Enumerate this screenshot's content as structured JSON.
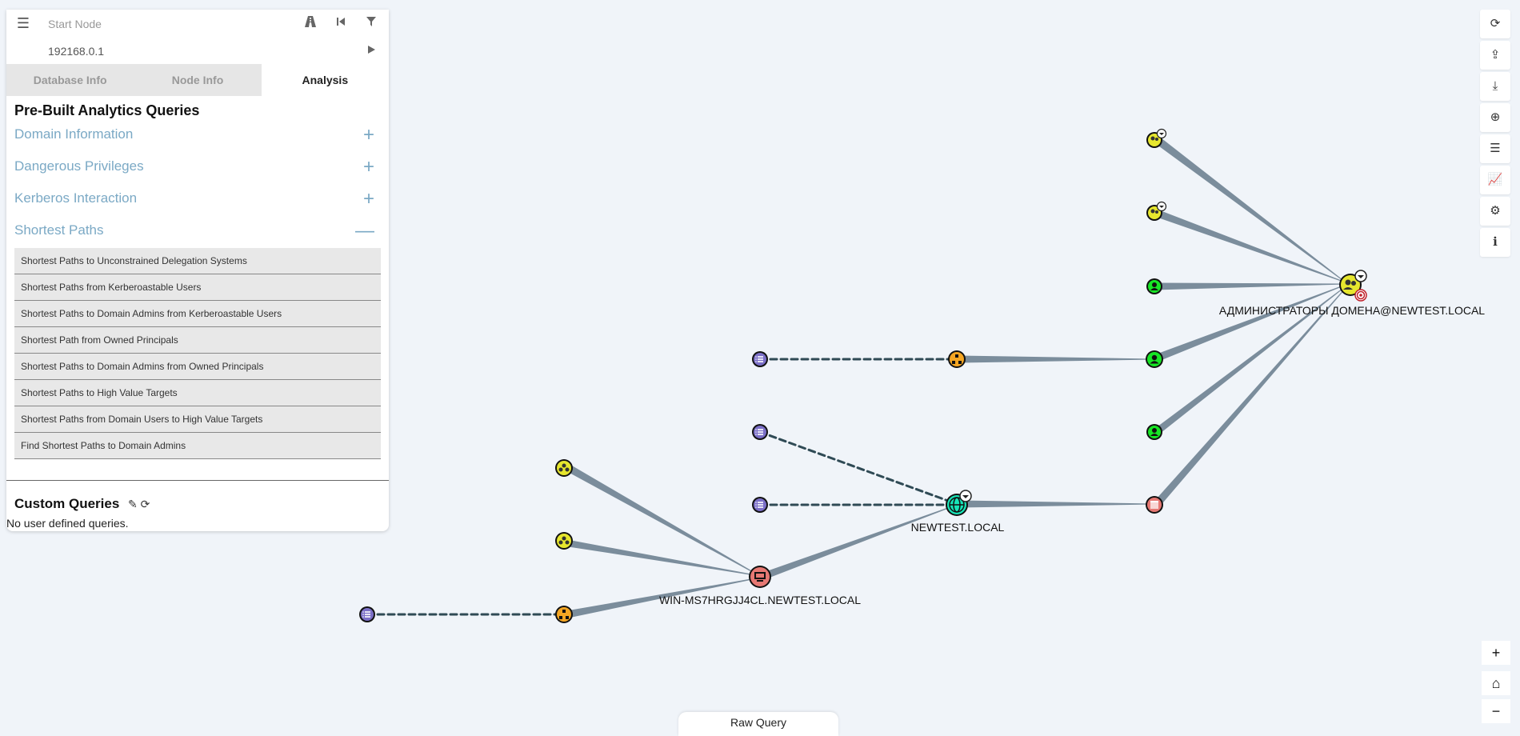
{
  "search": {
    "start_placeholder": "Start Node",
    "target_value": "192168.0.1"
  },
  "tabs": [
    "Database Info",
    "Node Info",
    "Analysis"
  ],
  "active_tab": "Analysis",
  "analysis": {
    "title": "Pre-Built Analytics Queries",
    "sections": [
      {
        "label": "Domain Information",
        "toggle": "+"
      },
      {
        "label": "Dangerous Privileges",
        "toggle": "+"
      },
      {
        "label": "Kerberos Interaction",
        "toggle": "+"
      },
      {
        "label": "Shortest Paths",
        "toggle": "—"
      }
    ],
    "queries": [
      "Shortest Paths to Unconstrained Delegation Systems",
      "Shortest Paths from Kerberoastable Users",
      "Shortest Paths to Domain Admins from Kerberoastable Users",
      "Shortest Path from Owned Principals",
      "Shortest Paths to Domain Admins from Owned Principals",
      "Shortest Paths to High Value Targets",
      "Shortest Paths from Domain Users to High Value Targets",
      "Find Shortest Paths to Domain Admins"
    ],
    "custom_title": "Custom Queries",
    "custom_empty": "No user defined queries."
  },
  "graph_labels": {
    "domain_admins": "АДМИНИСТРАТОРЫ ДОМЕНА@NEWTEST.LOCAL",
    "domain": "NEWTEST.LOCAL",
    "computer": "WIN-MS7HRGJJ4CL.NEWTEST.LOCAL"
  },
  "raw_query_label": "Raw Query",
  "toolbar_icons": [
    "refresh-icon",
    "upload-icon",
    "download-icon",
    "upload-circle-icon",
    "checklist-icon",
    "chart-icon",
    "settings-icon",
    "info-icon"
  ],
  "colors": {
    "group": "#e6e62e",
    "user": "#17e625",
    "ou": "#f5a623",
    "gpo": "#7b6fc7",
    "domain": "#17e6b9",
    "computer": "#e67873",
    "edge": "#7b8d9c"
  }
}
